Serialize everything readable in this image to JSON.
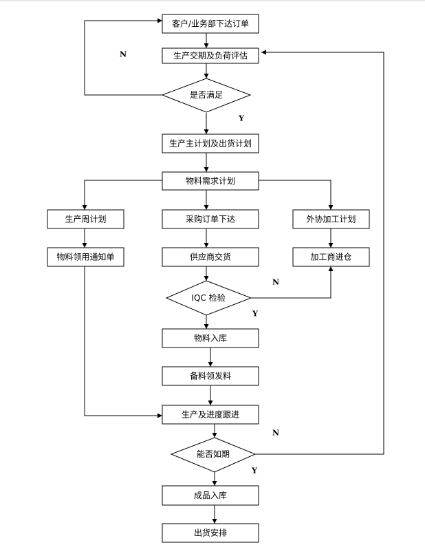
{
  "nodes": {
    "order": "客户/业务部下达订单",
    "delivery_eval": "生产交期及负荷评估",
    "satisfied": "是否满足",
    "master_plan": "生产主计划及出货计划",
    "mrp": "物料需求计划",
    "weekly_plan": "生产周计划",
    "purchase_order": "采购订单下达",
    "outsource_plan": "外协加工计划",
    "material_requisition": "物料领用通知单",
    "supplier_delivery": "供应商交货",
    "processor_receipt": "加工商进仓",
    "iqc": "IQC 检验",
    "material_in": "物料入库",
    "prepare_issue": "备料领发料",
    "production_follow": "生产及进度跟进",
    "on_time": "能否如期",
    "finished_in": "成品入库",
    "shipment": "出货安排"
  },
  "labels": {
    "satisfied_no": "N",
    "satisfied_yes": "Y",
    "iqc_no": "N",
    "iqc_yes": "Y",
    "on_time_no": "N",
    "on_time_yes": "Y"
  }
}
